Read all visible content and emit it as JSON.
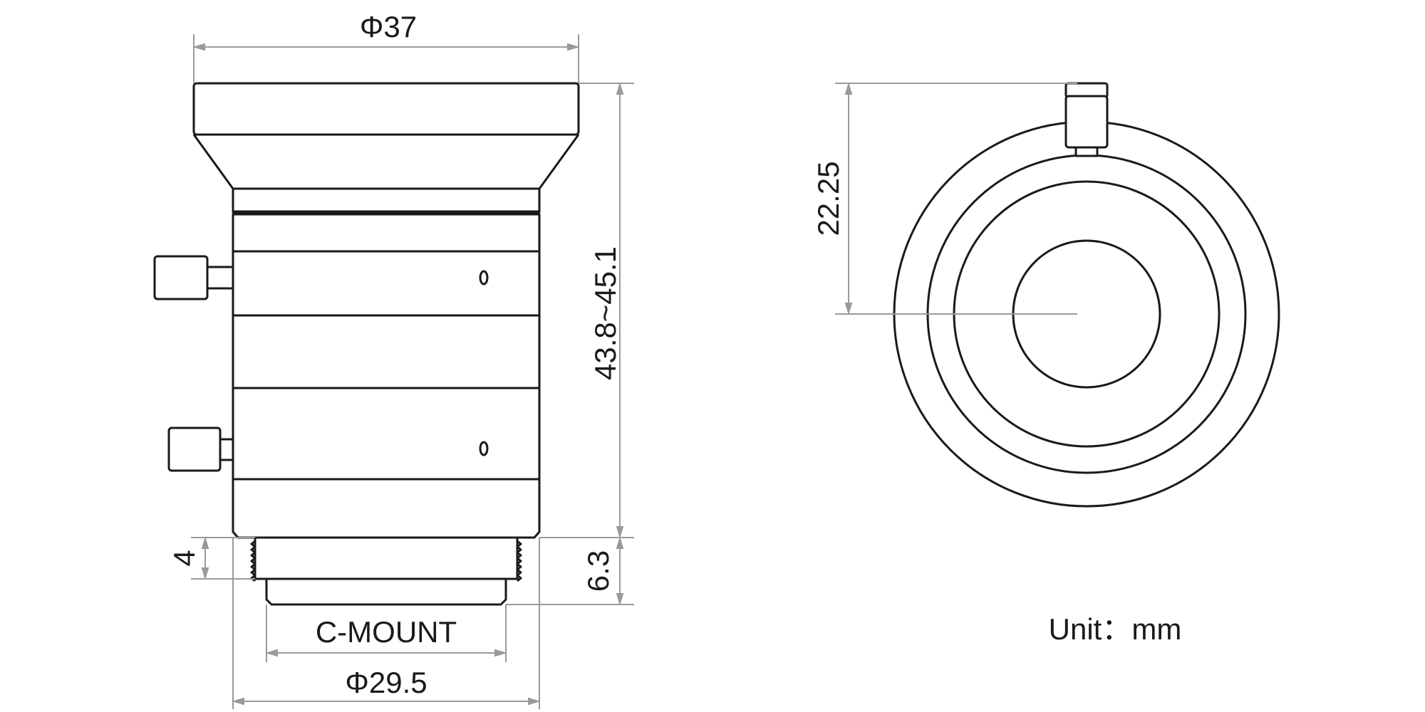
{
  "drawing": {
    "dim_front_diameter": "Φ37",
    "dim_length": "43.8~45.1",
    "dim_flange": "6.3",
    "dim_thread": "4",
    "mount_label": "C-MOUNT",
    "dim_mount_diameter": "Φ29.5",
    "dim_knob_height": "22.25",
    "unit_label": "Unit：mm"
  }
}
